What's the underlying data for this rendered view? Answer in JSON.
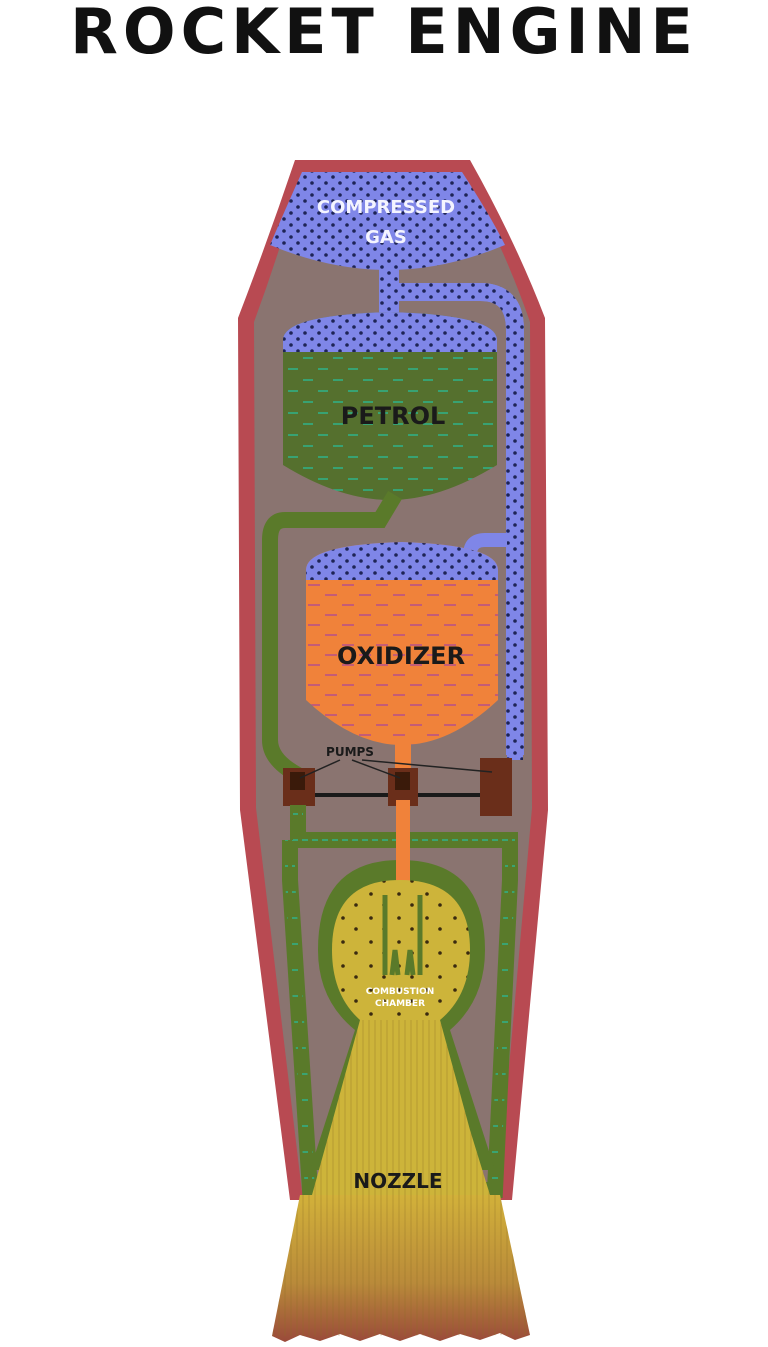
{
  "title": "ROCKET ENGINE",
  "labels": {
    "compressed_gas_line1": "COMPRESSED",
    "compressed_gas_line2": "GAS",
    "petrol": "PETROL",
    "oxidizer": "OXIDIZER",
    "pumps": "PUMPS",
    "combustion_line1": "COMBUSTION",
    "combustion_line2": "CHAMBER",
    "nozzle": "NOZZLE"
  },
  "colors": {
    "casing": "#b84a52",
    "interior": "#8a7470",
    "gas": "#7f86e8",
    "petrol": "#55702e",
    "oxidizer": "#f0823a",
    "fuel_pipe": "#5a7a2a",
    "pump": "#6a2e1a",
    "combustion": "#cdb43a",
    "flame_top": "#c9a43a",
    "flame_bottom": "#9a4a3a"
  }
}
